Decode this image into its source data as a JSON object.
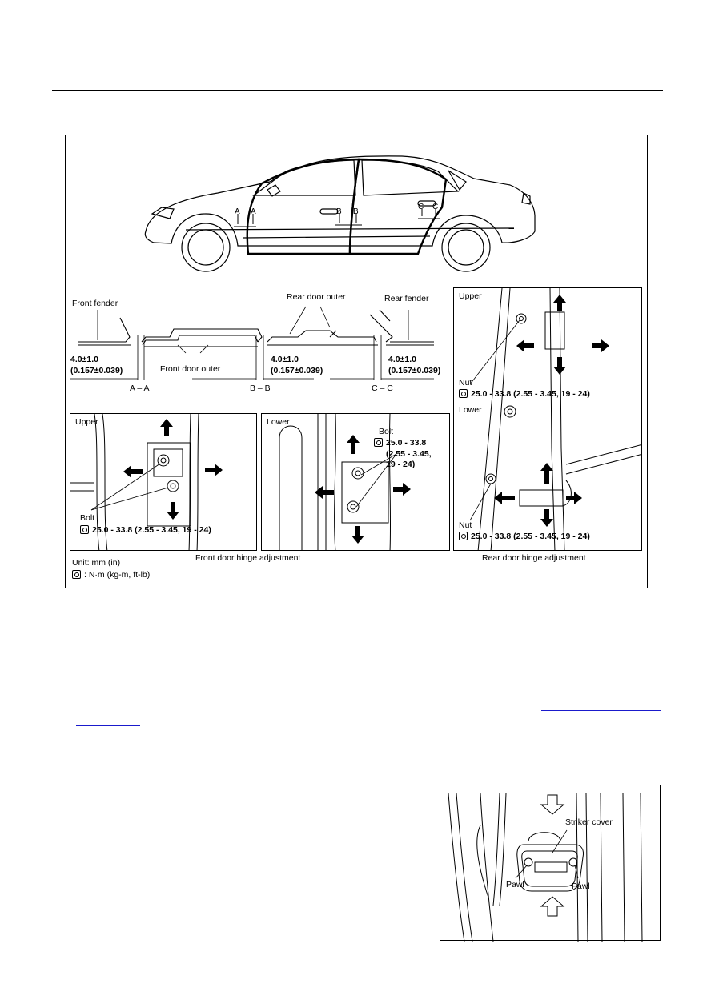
{
  "figure1": {
    "sections": {
      "aa_label": "A – A",
      "bb_label": "B – B",
      "cc_label": "C – C",
      "cut_a": "A",
      "cut_b": "B",
      "cut_c": "C"
    },
    "section_labels": {
      "front_fender": "Front fender",
      "rear_fender": "Rear fender",
      "rear_door_outer": "Rear door outer",
      "front_door_outer": "Front door outer",
      "gap_value": "4.0±1.0",
      "gap_inch": "(0.157±0.039)"
    },
    "front_upper": {
      "title": "Upper",
      "bolt_label": "Bolt",
      "torque": "25.0 - 33.8 (2.55 - 3.45, 19 - 24)"
    },
    "front_lower": {
      "title": "Lower",
      "bolt_label": "Bolt",
      "torque_1": "25.0 - 33.8",
      "torque_2": "(2.55 - 3.45,",
      "torque_3": "19 - 24)"
    },
    "rear_hinge": {
      "upper_title": "Upper",
      "lower_title": "Lower",
      "nut_label_1": "Nut",
      "nut_label_2": "Nut",
      "torque_1": "25.0 - 33.8 (2.55 - 3.45, 19 - 24)",
      "torque_2": "25.0 - 33.8 (2.55 - 3.45, 19 - 24)"
    },
    "captions": {
      "front": "Front door hinge adjustment",
      "rear": "Rear door hinge adjustment"
    },
    "legend": {
      "unit": "Unit: mm (in)",
      "torque_unit": ": N·m  (kg-m,  ft-lb)"
    }
  },
  "figure2": {
    "striker_cover": "Striker cover",
    "pawl_left": "Pawl",
    "pawl_right": "Pawl"
  }
}
